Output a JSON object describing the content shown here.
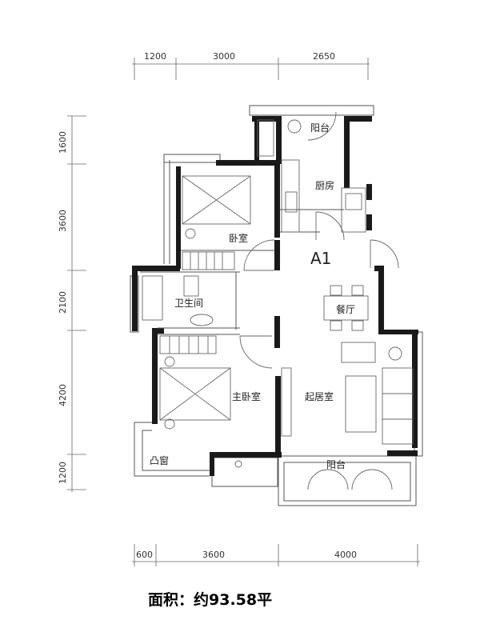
{
  "plan": {
    "unit_label": "A1",
    "area_text": "面积：约93.58平",
    "rooms": {
      "balcony_top": "阳台",
      "kitchen": "厨房",
      "bedroom": "卧室",
      "bathroom": "卫生间",
      "dining": "餐厅",
      "master_bedroom": "主卧室",
      "living": "起居室",
      "bay_window": "凸窗",
      "balcony_bottom": "阳台"
    },
    "dims_top": [
      "1200",
      "3000",
      "2650"
    ],
    "dims_left": [
      "1600",
      "3600",
      "2100",
      "4200",
      "1200"
    ],
    "dims_bottom": [
      "600",
      "3600",
      "4000"
    ]
  }
}
